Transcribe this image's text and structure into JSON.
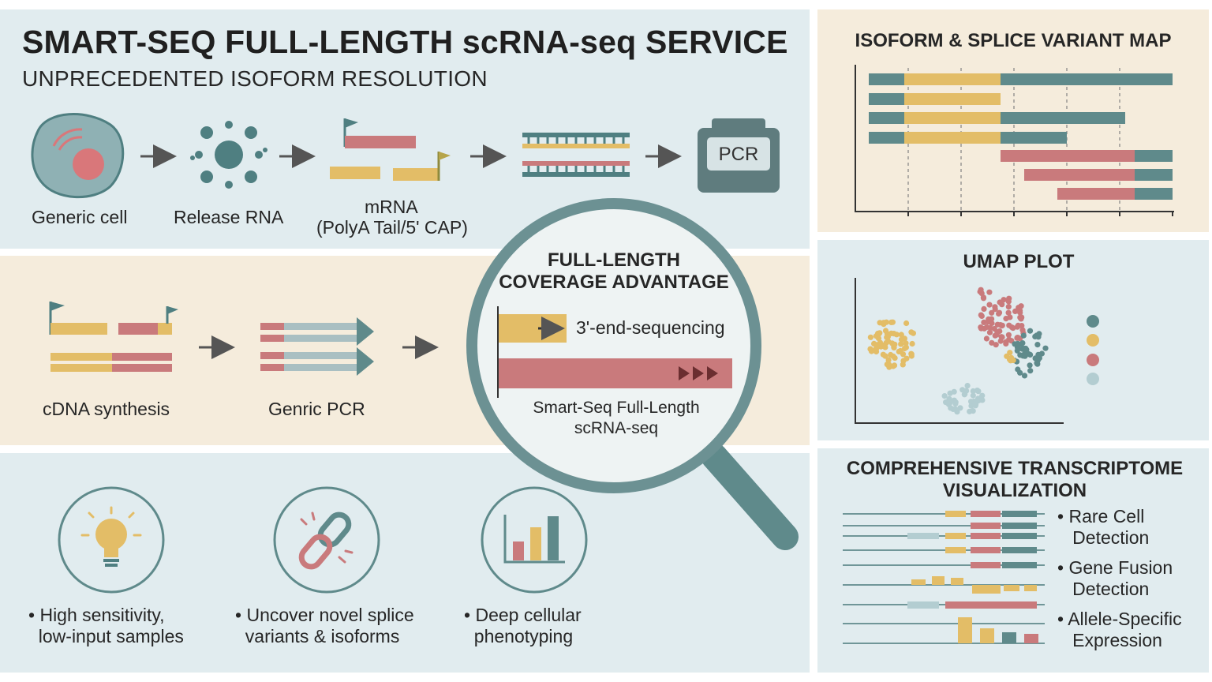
{
  "header": {
    "title": "SMART-SEQ FULL-LENGTH scRNA-seq SERVICE",
    "subtitle": "UNPRECEDENTED ISOFORM RESOLUTION"
  },
  "workflow_top": [
    {
      "label": "Generic cell",
      "icon": "cell-icon"
    },
    {
      "label": "Release RNA",
      "icon": "virus-rna-release-icon"
    },
    {
      "label": "mRNA",
      "sublabel": "(PolyA Tail/5' CAP)",
      "icon": "mrna-icon"
    },
    {
      "label": "",
      "icon": "double-strand-icon"
    },
    {
      "label": "PCR",
      "icon": "pcr-machine-icon"
    }
  ],
  "workflow_mid": [
    {
      "label": "cDNA synthesis",
      "icon": "cdna-icon"
    },
    {
      "label": "Genric PCR",
      "icon": "pcr-arrows-icon"
    }
  ],
  "magnifier": {
    "title_line1": "FULL-LENGTH",
    "title_line2": "COVERAGE ADVANTAGE",
    "short_label": "3'-end-sequencing",
    "long_label_line1": "Smart-Seq Full-Length",
    "long_label_line2": "scRNA-seq"
  },
  "features": [
    {
      "icon": "lightbulb-icon",
      "line1": "High sensitivity,",
      "line2": "low-input samples"
    },
    {
      "icon": "broken-link-icon",
      "line1": "Uncover novel splice",
      "line2": "variants & isoforms"
    },
    {
      "icon": "bar-chart-icon",
      "line1": "Deep cellular",
      "line2": "phenotyping"
    }
  ],
  "isoform_map": {
    "title": "ISOFORM & SPLICE VARIANT MAP"
  },
  "umap": {
    "title": "UMAP PLOT"
  },
  "transcriptome": {
    "title_line1": "COMPREHENSIVE TRANSCRIPTOME",
    "title_line2": "VISUALIZATION",
    "bullets": [
      {
        "line1": "Rare Cell",
        "line2": "Detection"
      },
      {
        "line1": "Gene Fusion",
        "line2": "Detection"
      },
      {
        "line1": "Allele-Specific",
        "line2": "Expression"
      }
    ]
  },
  "colors": {
    "teal": "#5f8a8b",
    "gold": "#e3bd67",
    "rose": "#c97a7c",
    "light_blue": "#b3cdd1",
    "blue_bg": "#e1ecef",
    "cream_bg": "#f5ecdc"
  }
}
